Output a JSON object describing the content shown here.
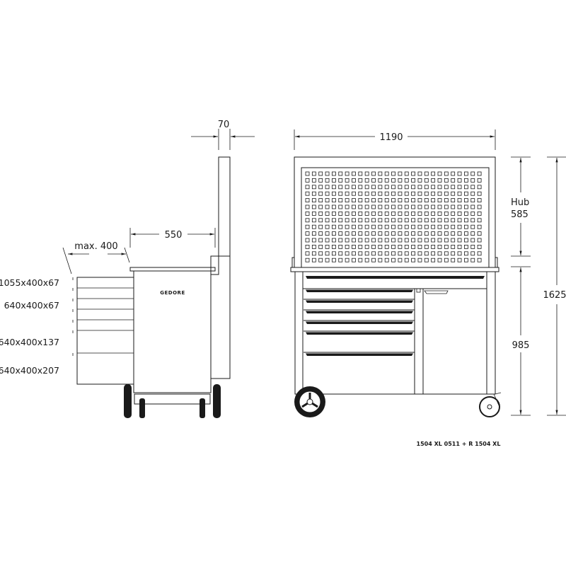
{
  "side_view": {
    "dim_depth_panel": "70",
    "dim_depth_cabinet": "550",
    "dim_drawer_extension": "max. 400",
    "brand_logo": "GEDORE",
    "drawer_labels": [
      "1055x400x67",
      "640x400x67",
      "640x400x137",
      "640x400x207"
    ]
  },
  "front_view": {
    "dim_width": "1190",
    "dim_stroke_label": "Hub",
    "dim_stroke_value": "585",
    "dim_worktop_height": "985",
    "dim_total_height": "1625"
  },
  "caption": "1504 XL 0511 + R 1504 XL",
  "colors": {
    "line": "#1a1a1a",
    "background": "#ffffff"
  }
}
